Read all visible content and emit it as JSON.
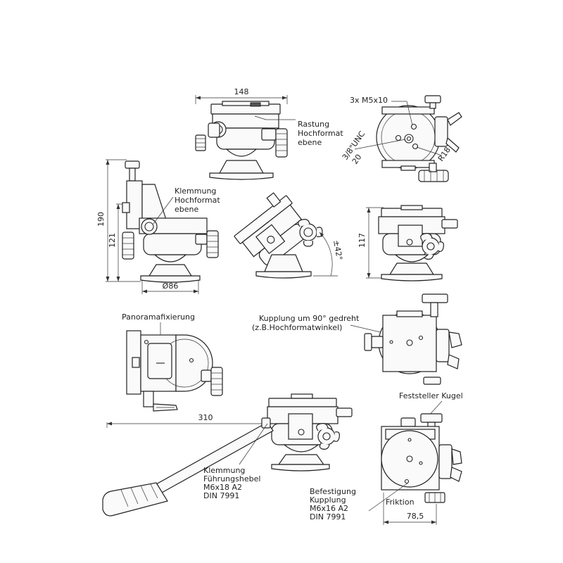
{
  "dimensions": {
    "width_148": "148",
    "height_190": "190",
    "height_121": "121",
    "diameter_86": "Ø86",
    "height_117": "117",
    "tilt_42": "±42°",
    "length_310": "310",
    "width_78_5": "78,5",
    "radius_r18": "R18",
    "thread_3_8_unc": "3/8\"UNC",
    "depth_20": "20"
  },
  "labels": {
    "screws_m5x10": "3x M5x10",
    "rastung": [
      "Rastung",
      "Hochformat",
      "ebene"
    ],
    "klemmung_hochformat": [
      "Klemmung",
      "Hochformat",
      "ebene"
    ],
    "panoramafixierung": "Panoramafixierung",
    "kupplung_gedreht": [
      "Kupplung um 90° gedreht",
      "(z.B.Hochformatwinkel)"
    ],
    "feststeller_kugel": "Feststeller Kugel",
    "klemmung_fuehrungshebel": [
      "Klemmung",
      "Führungshebel",
      "M6x18 A2",
      "DIN 7991"
    ],
    "befestigung_kupplung": [
      "Befestigung",
      "Kupplung",
      "M6x16 A2",
      "DIN 7991"
    ],
    "friktion": "Friktion"
  }
}
